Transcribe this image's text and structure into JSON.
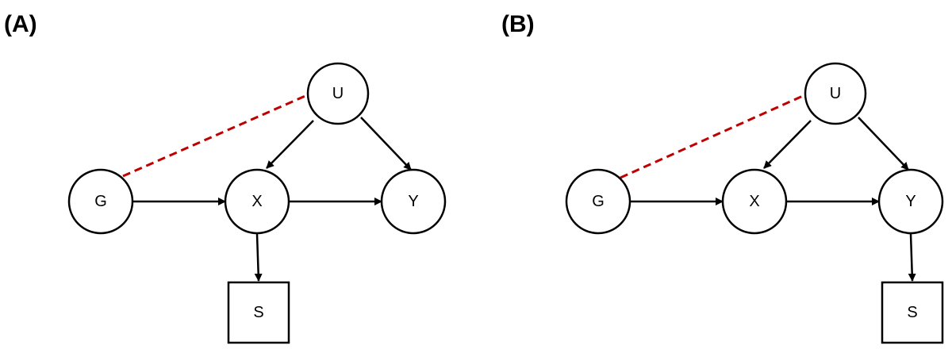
{
  "panels": [
    {
      "label": "(A)",
      "nodes": {
        "U": "U",
        "G": "G",
        "X": "X",
        "Y": "Y",
        "S": "S"
      }
    },
    {
      "label": "(B)",
      "nodes": {
        "U": "U",
        "G": "G",
        "X": "X",
        "Y": "Y",
        "S": "S"
      }
    }
  ],
  "colors": {
    "dashed_edge": "#c00000",
    "edge": "#000000"
  }
}
